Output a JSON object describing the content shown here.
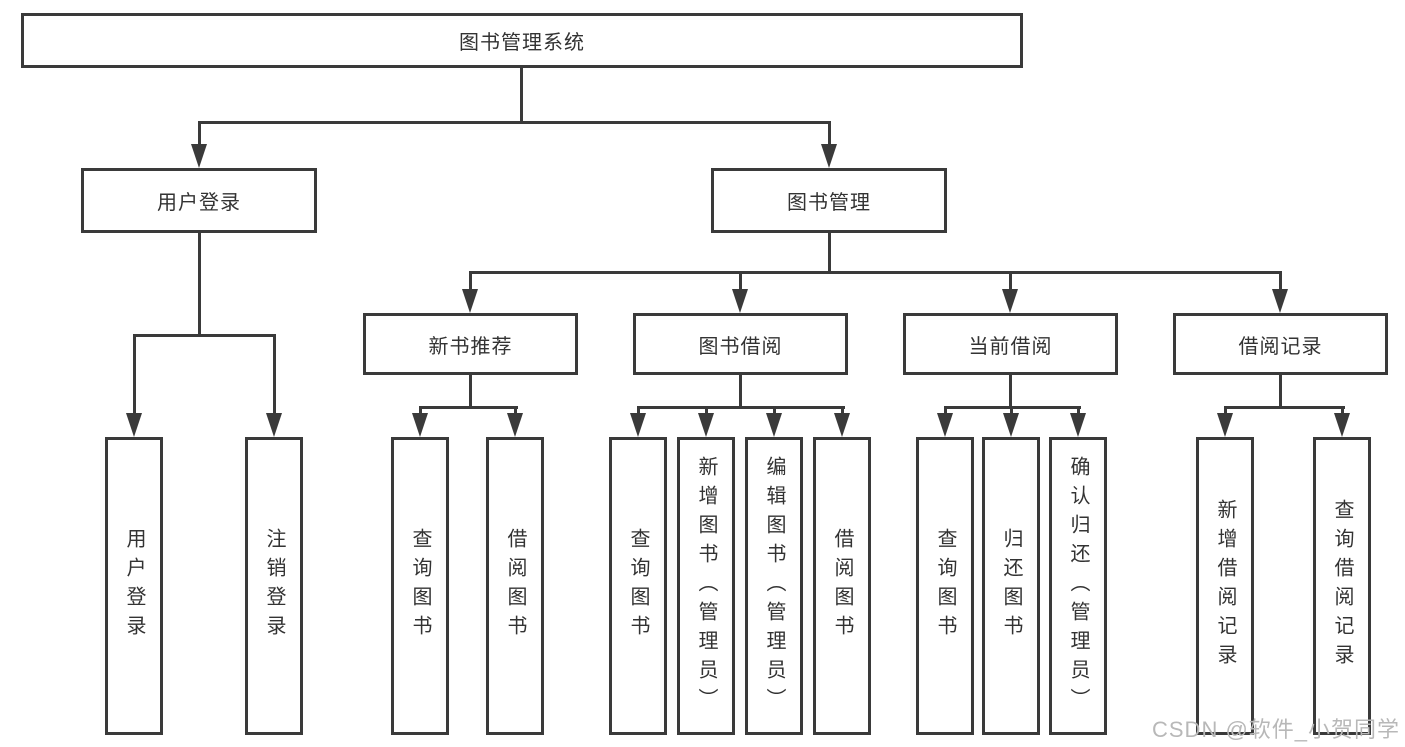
{
  "diagram": {
    "root": {
      "label": "图书管理系统"
    },
    "level2": [
      {
        "label": "用户登录"
      },
      {
        "label": "图书管理"
      }
    ],
    "level3": [
      {
        "label": "新书推荐"
      },
      {
        "label": "图书借阅"
      },
      {
        "label": "当前借阅"
      },
      {
        "label": "借阅记录"
      }
    ],
    "leaves": {
      "user_login": [
        "用户登录",
        "注销登录"
      ],
      "new_book_recommend": [
        "查询图书",
        "借阅图书"
      ],
      "book_borrow": [
        "查询图书",
        "新增图书（管理员）",
        "编辑图书（管理员）",
        "借阅图书"
      ],
      "current_borrow": [
        "查询图书",
        "归还图书",
        "确认归还（管理员）"
      ],
      "borrow_records": [
        "新增借阅记录",
        "查询借阅记录"
      ]
    }
  },
  "watermark": {
    "text": "CSDN @软件_小贺同学"
  },
  "colors": {
    "line": "#3a3a3a",
    "text": "#333333",
    "background": "#ffffff",
    "watermark": "#b8b8b8"
  }
}
